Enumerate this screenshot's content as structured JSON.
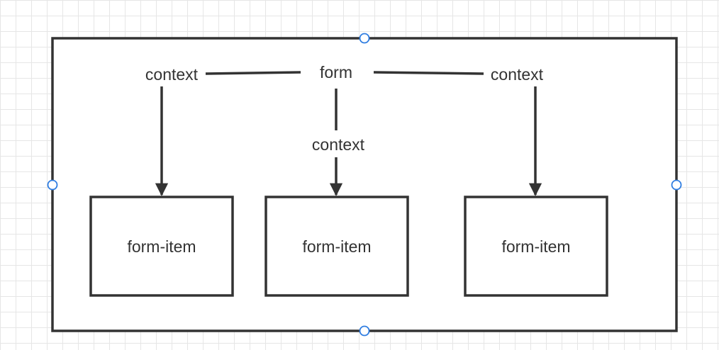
{
  "diagram": {
    "root_label": "form",
    "edge_labels": {
      "left": "context",
      "center": "context",
      "right": "context"
    },
    "nodes": [
      {
        "id": "left",
        "label": "form-item"
      },
      {
        "id": "center",
        "label": "form-item"
      },
      {
        "id": "right",
        "label": "form-item"
      }
    ],
    "colors": {
      "stroke": "#333333",
      "text": "#333333",
      "handle": "#2f7de1",
      "grid": "#e6e6e6",
      "background": "#ffffff"
    }
  }
}
